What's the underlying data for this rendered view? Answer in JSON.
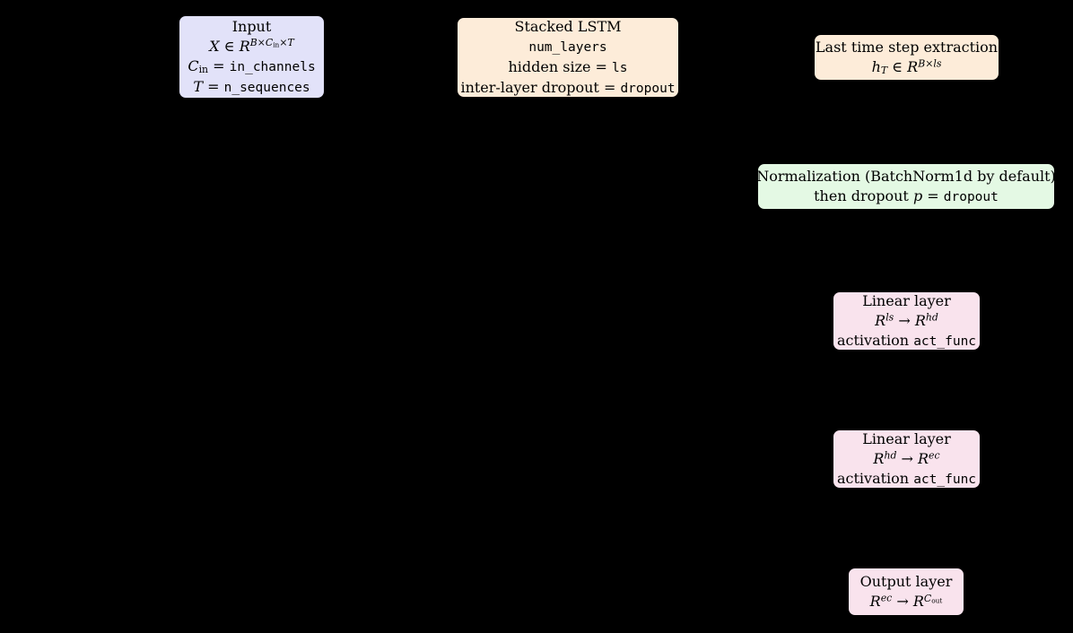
{
  "diagram": {
    "background": "#000000",
    "text_color": "#000000",
    "nodes": [
      {
        "id": "input",
        "fill": "#e2e2f9",
        "lines": [
          "Input",
          "<i>X</i> ∈ <i>R</i><sup><i>B</i>×<i>C</i><sub>in</sub>×<i>T</i></sup>",
          "<i>C</i><sub>in</sub> = <code>in_channels</code>",
          "<i>T</i> = <code>n_sequences</code>"
        ]
      },
      {
        "id": "stacked-lstm",
        "fill": "#fdecd9",
        "lines": [
          "Stacked LSTM",
          "<code>num_layers</code>",
          "hidden size = <code>ls</code>",
          "inter-layer dropout = <code>dropout</code>"
        ]
      },
      {
        "id": "last-time-step",
        "fill": "#fdecd9",
        "lines": [
          "Last time step extraction",
          "<i>h</i><sub><i>T</i></sub> ∈ <i>R</i><sup><i>B</i>×<i>ls</i></sup>"
        ]
      },
      {
        "id": "normalization",
        "fill": "#e4f9e4",
        "lines": [
          "Normalization (BatchNorm1d by default)",
          "then dropout <i>p</i> = <code>dropout</code>"
        ]
      },
      {
        "id": "linear-1",
        "fill": "#f9e3ed",
        "lines": [
          "Linear layer",
          "<i>R</i><sup><i>ls</i></sup> → <i>R</i><sup><i>hd</i></sup>",
          "activation <code>act_func</code>"
        ]
      },
      {
        "id": "linear-2",
        "fill": "#f9e3ed",
        "lines": [
          "Linear layer",
          "<i>R</i><sup><i>hd</i></sup> → <i>R</i><sup><i>ec</i></sup>",
          "activation <code>act_func</code>"
        ]
      },
      {
        "id": "output",
        "fill": "#f9e3ed",
        "lines": [
          "Output layer",
          "<i>R</i><sup><i>ec</i></sup> → <i>R</i><sup><i>C</i><sub>out</sub></sup>"
        ]
      }
    ]
  }
}
